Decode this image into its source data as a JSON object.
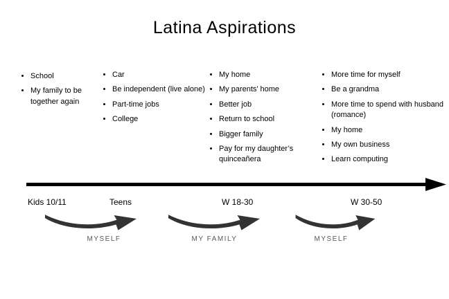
{
  "title": "Latina Aspirations",
  "columns": [
    {
      "stage": "Kids 10/11",
      "items": [
        "School",
        "My family to be together again"
      ]
    },
    {
      "stage": "Teens",
      "items": [
        "Car",
        "Be independent (live alone)",
        "Part-time jobs",
        "College"
      ]
    },
    {
      "stage": "W 18-30",
      "items": [
        "My home",
        "My parents’ home",
        "Better job",
        "Return to school",
        "Bigger family",
        "Pay for my daughter’s quinceañera"
      ]
    },
    {
      "stage": "W 30-50",
      "items": [
        "More time for myself",
        "Be a grandma",
        "More time to spend with husband (romance)",
        "My home",
        "My own business",
        "Learn computing"
      ]
    }
  ],
  "timeline": {
    "stages": [
      "Kids 10/11",
      "Teens",
      "W 18-30",
      "W 30-50"
    ]
  },
  "focus_labels": [
    "MYSELF",
    "MY FAMILY",
    "MYSELF"
  ],
  "colors": {
    "arrow": "#000000",
    "swoosh": "#333333",
    "focus_label": "#595959"
  }
}
